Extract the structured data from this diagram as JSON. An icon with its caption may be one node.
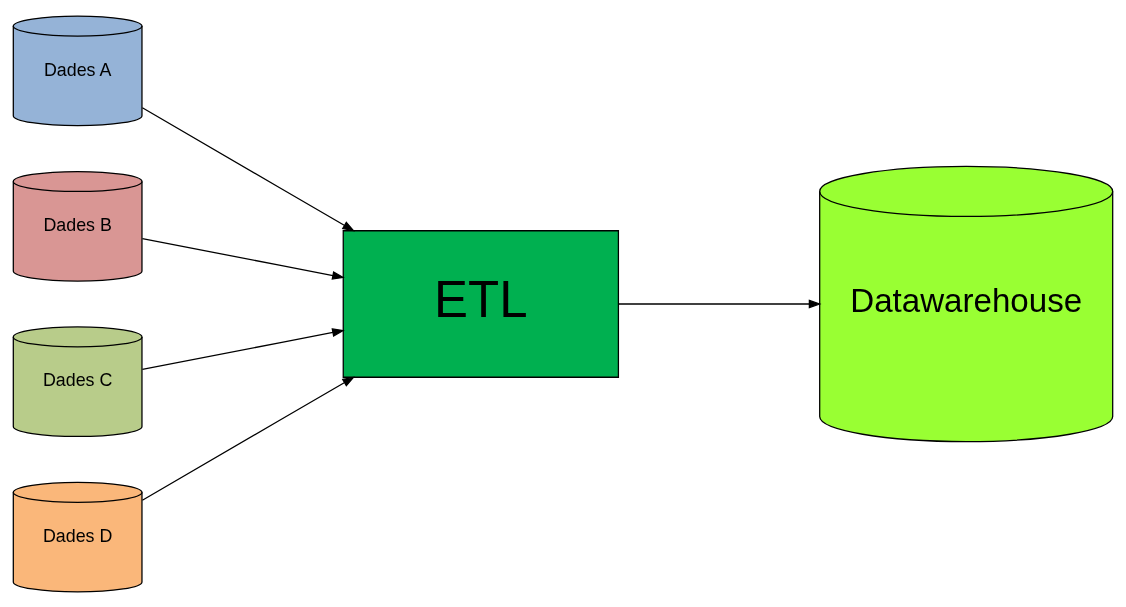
{
  "diagram": {
    "nodes": [
      {
        "text": [
          "Dades A"
        ]
      },
      {
        "text": [
          "Dades B"
        ]
      },
      {
        "text": [
          "Dades C"
        ]
      },
      {
        "text": [
          "Dades D"
        ]
      },
      {
        "text": [
          "ETL"
        ]
      },
      {
        "text": [
          "Datawarehouse"
        ]
      }
    ],
    "edges": [
      {
        "from": 0,
        "to": 4,
        "arrow": "to"
      },
      {
        "from": 1,
        "to": 4,
        "arrow": "to"
      },
      {
        "from": 2,
        "to": 4,
        "arrow": "to"
      },
      {
        "from": 3,
        "to": 4,
        "arrow": "to"
      },
      {
        "from": 4,
        "to": 5,
        "arrow": "to"
      }
    ]
  }
}
